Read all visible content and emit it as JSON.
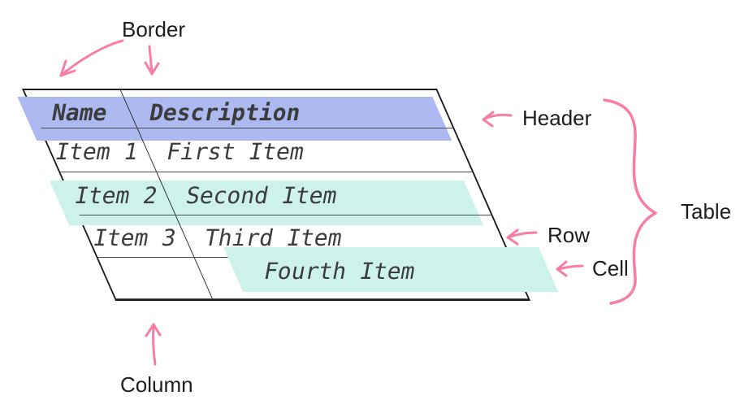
{
  "labels": {
    "border": "Border",
    "header": "Header",
    "table": "Table",
    "row": "Row",
    "cell": "Cell",
    "column": "Column"
  },
  "table": {
    "headers": [
      "Name",
      "Description"
    ],
    "rows": [
      [
        "Item 1",
        "First Item"
      ],
      [
        "Item 2",
        "Second Item"
      ],
      [
        "Item 3",
        "Third Item"
      ],
      [
        "",
        "Fourth Item"
      ]
    ]
  },
  "colors": {
    "header_highlight": "#adbaf2",
    "row_highlight": "#cdf2ea",
    "cell_highlight": "#cdf2ea",
    "annotation_pink": "#f87da5",
    "table_border": "#1a1a1a",
    "grid_line": "#4d4d4d",
    "table_text": "#3c3c3c",
    "label_text": "#1d1d1d"
  }
}
